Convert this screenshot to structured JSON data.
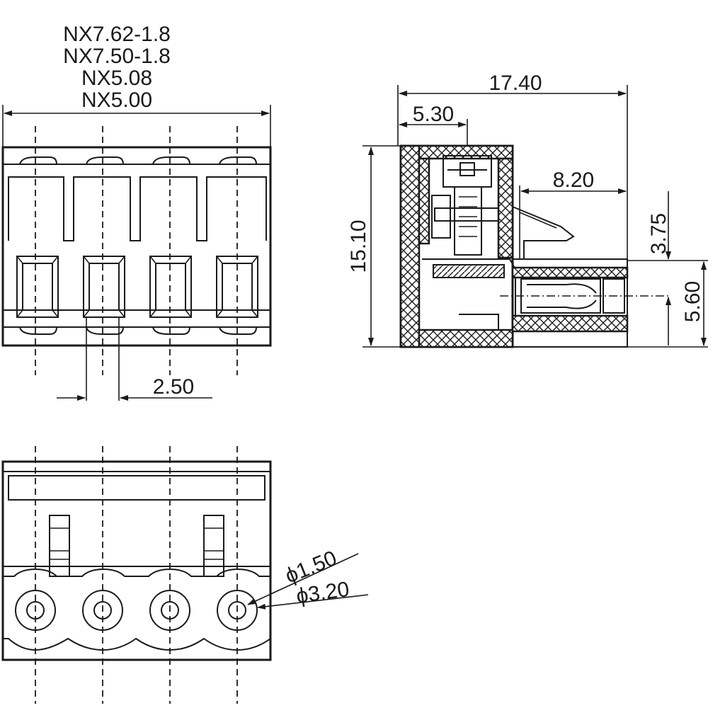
{
  "models": [
    "NX7.62-1.8",
    "NX7.50-1.8",
    "NX5.08",
    "NX5.00"
  ],
  "dimensions": {
    "pitch_gap": "2.50",
    "total_depth": "17.40",
    "front_offset": "5.30",
    "plug_depth": "8.20",
    "height": "15.10",
    "upper_offset": "3.75",
    "pin_height": "5.60",
    "hole_small": "ϕ1.50",
    "hole_large": "ϕ3.20"
  },
  "colors": {
    "line": "#1a1a1a",
    "background": "#ffffff"
  }
}
